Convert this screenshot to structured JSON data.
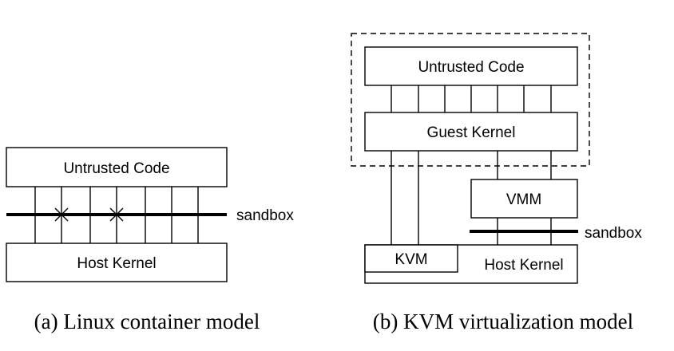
{
  "left": {
    "untrusted_code": "Untrusted Code",
    "host_kernel": "Host Kernel",
    "sandbox": "sandbox",
    "caption": "(a) Linux container model"
  },
  "right": {
    "untrusted_code": "Untrusted Code",
    "guest_kernel": "Guest Kernel",
    "vmm": "VMM",
    "kvm": "KVM",
    "host_kernel": "Host Kernel",
    "sandbox": "sandbox",
    "caption": "(b) KVM virtualization model"
  }
}
